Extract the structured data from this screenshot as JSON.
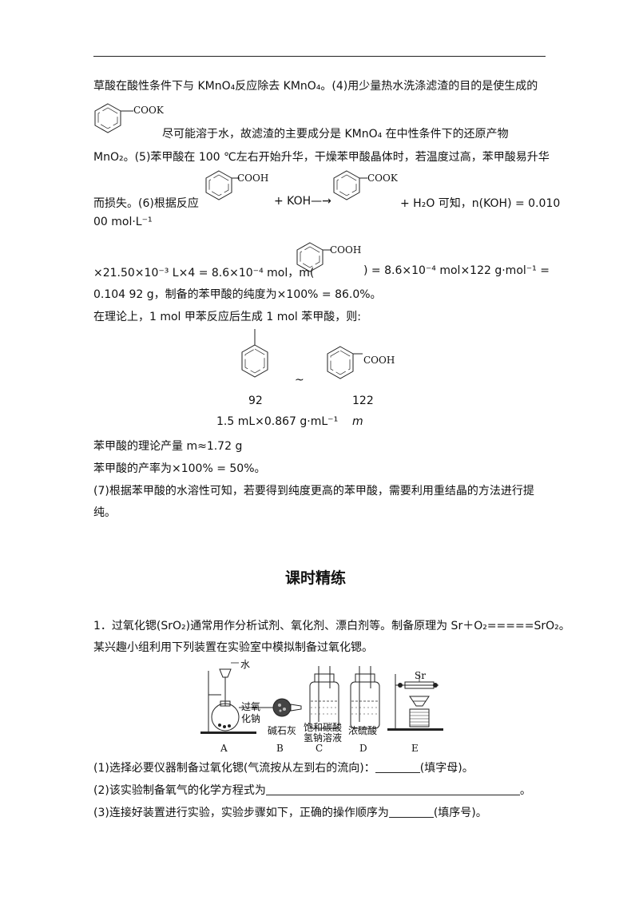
{
  "header_rule": true,
  "solution": {
    "line1": "草酸在酸性条件下与 KMnO₄反应除去 KMnO₄。(4)用少量热水洗涤滤渣的目的是使生成的",
    "struct_cook_1": "COOK",
    "line2": "尽可能溶于水，故滤渣的主要成分是 KMnO₄ 在中性条件下的还原产物",
    "line3": "MnO₂。(5)苯甲酸在 100 ℃左右开始升华，干燥苯甲酸晶体时，若温度过高，苯甲酸易升华",
    "struct_cooh_1": "COOH",
    "struct_cook_2": "COOK",
    "line4_a": "而损失。(6)根据反应",
    "line4_b": "+ KOH—→",
    "line4_c": "+ H₂O 可知，n(KOH) = 0.010",
    "line5": "00 mol·L⁻¹",
    "struct_cooh_2": "COOH",
    "line6_a": "×21.50×10⁻³  L×4 = 8.6×10⁻⁴  mol，m(",
    "line6_b": ") = 8.6×10⁻⁴  mol×122 g·mol⁻¹ =",
    "line7": "0.104 92 g，制备的苯甲酸的纯度为×100% = 86.0%。",
    "line8": "在理论上，1 mol 甲苯反应后生成 1 mol 苯甲酸，则:",
    "struct_cooh_3": "COOH",
    "tilde": "~",
    "mass_toluene": "92",
    "mass_benzoic": "122",
    "amount_toluene": "1.5 mL×0.867 g·mL⁻¹",
    "amount_benzoic": "m",
    "line9": "苯甲酸的理论产量 m≈1.72 g",
    "line10": "苯甲酸的产率为×100% = 50%。",
    "line11": "(7)根据苯甲酸的水溶性可知，若要得到纯度更高的苯甲酸，需要利用重结晶的方法进行提",
    "line12": "纯。"
  },
  "section_title": "课时精练",
  "question": {
    "intro1": "1．过氧化锶(SrO₂)通常用作分析试剂、氧化剂、漂白剂等。制备原理为 Sr＋O₂=====SrO₂。",
    "intro2": "某兴趣小组利用下列装置在实验室中模拟制备过氧化锶。",
    "apparatus": {
      "water_label": "水",
      "na2o2_label_1": "过氧",
      "na2o2_label_2": "化钠",
      "soda_lime_label": "碱石灰",
      "nahco3_label_1": "饱和碳酸",
      "nahco3_label_2": "氢钠溶液",
      "h2so4_label": "浓硫酸",
      "sr_label": "Sr",
      "letters": [
        "A",
        "B",
        "C",
        "D",
        "E"
      ]
    },
    "q1": "(1)选择必要仪器制备过氧化锶(气流按从左到右的流向)：",
    "q1_tail": "(填字母)。",
    "q2": "(2)该实验制备氧气的化学方程式为",
    "q2_tail": "。",
    "q3": "(3)连接好装置进行实验，实验步骤如下，正确的操作顺序为",
    "q3_tail": "(填序号)。"
  }
}
